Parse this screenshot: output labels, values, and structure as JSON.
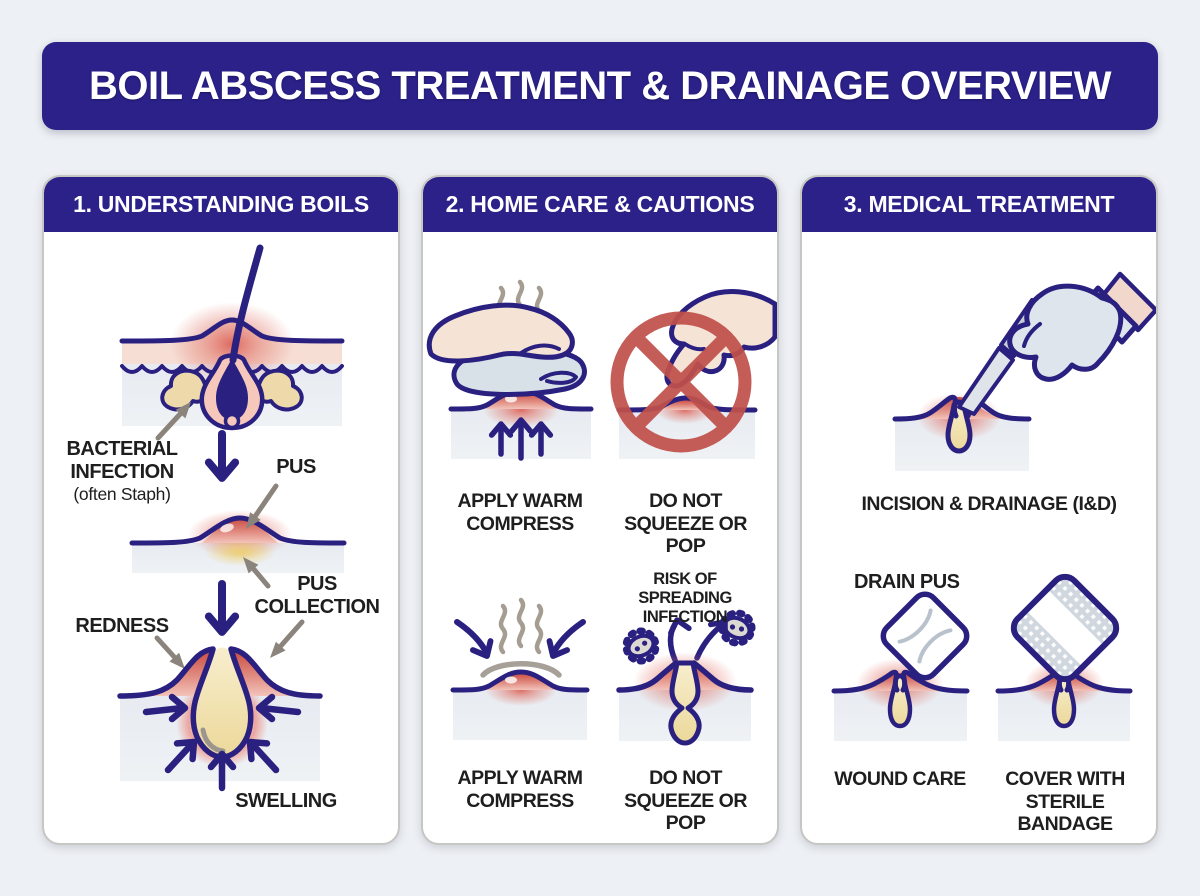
{
  "header": {
    "title": "BOIL ABSCESS TREATMENT & DRAINAGE OVERVIEW"
  },
  "panels": {
    "understanding": {
      "title": "1. UNDERSTANDING BOILS",
      "labels": {
        "bacterial_infection": "BACTERIAL INFECTION",
        "bacterial_infection_note": "(often Staph)",
        "pus": "PUS",
        "pus_collection": "PUS COLLECTION",
        "redness": "REDNESS",
        "swelling": "SWELLING"
      }
    },
    "home_care": {
      "title": "2. HOME CARE & CAUTIONS",
      "captions": {
        "warm_compress_top": "APPLY WARM COMPRESS",
        "no_squeeze_top": "DO NOT SQUEEZE OR POP",
        "warm_compress_bottom": "APPLY WARM COMPRESS",
        "no_squeeze_bottom": "DO NOT SQUEEZE OR POP"
      },
      "labels": {
        "risk": "RISK OF SPREADING INFECTION"
      }
    },
    "medical": {
      "title": "3. MEDICAL TREATMENT",
      "captions": {
        "incision": "INCISION & DRAINAGE (I&D)",
        "wound_care": "WOUND CARE",
        "cover": "COVER WITH STERILE BANDAGE"
      },
      "labels": {
        "drain_pus": "DRAIN PUS"
      }
    }
  },
  "colors": {
    "navy": "#2b2189",
    "line_navy": "#2a2080",
    "inflammation_red": "#cc4a41",
    "pus_yellow": "#eedda2",
    "prohibition_red": "#c0504b",
    "skin_tone": "#f5e3d6",
    "compress_blue": "#d8e1e8",
    "glove_blue": "#dfe5ec",
    "steam_gray": "#a69d92",
    "label_arrow_gray": "#8b847c",
    "background": "#edf0f4",
    "panel_bg": "#ffffff",
    "text": "#1e1e1e"
  }
}
